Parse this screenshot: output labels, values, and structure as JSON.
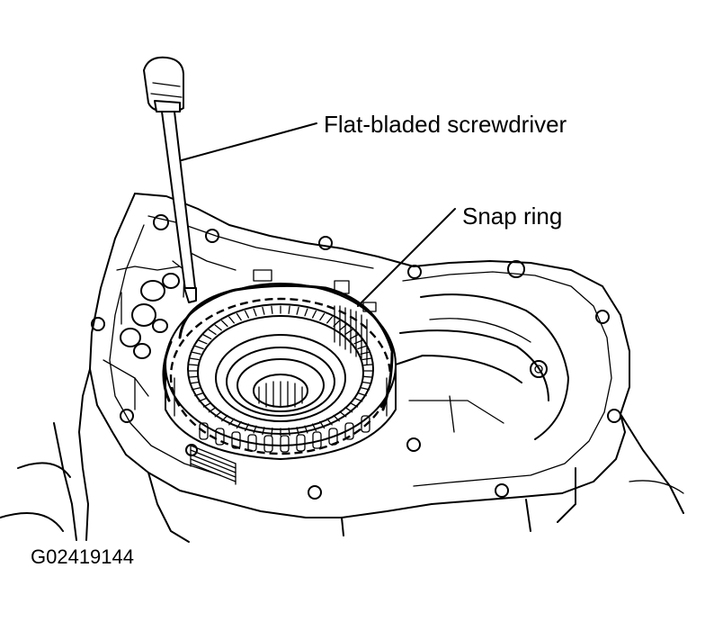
{
  "callouts": {
    "screwdriver": "Flat-bladed screwdriver",
    "snap_ring": "Snap ring"
  },
  "figure_id": "G02419144",
  "colors": {
    "ink": "#000000",
    "paper": "#ffffff"
  }
}
